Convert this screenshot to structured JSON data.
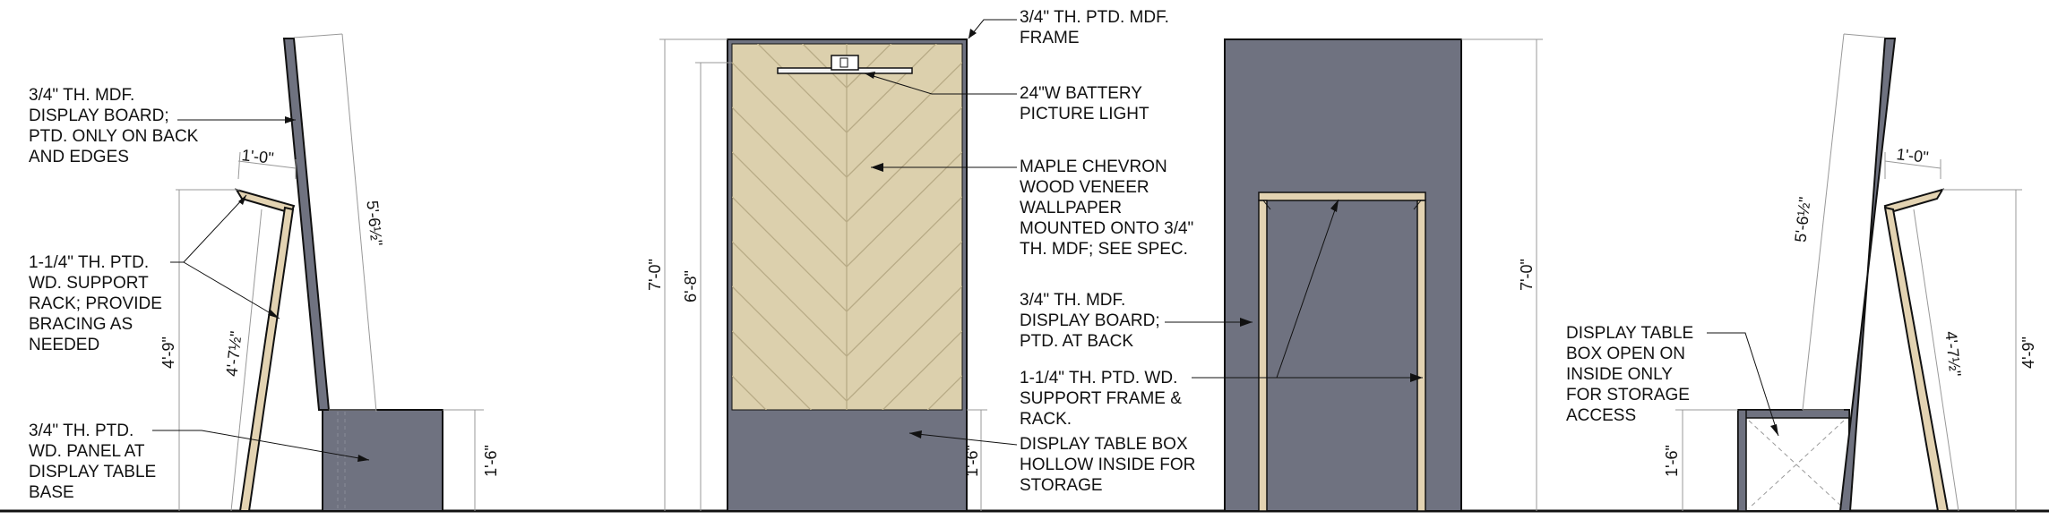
{
  "colors": {
    "display_board": "#6f7280",
    "veneer": "#dcd0ad",
    "wood_frame": "#e3d3b2",
    "ink": "#111111",
    "dim_line": "#999999"
  },
  "notes": {
    "left_board": [
      "3/4\" TH. MDF.",
      "DISPLAY BOARD;",
      "PTD. ONLY ON BACK",
      "AND EDGES"
    ],
    "left_rack": [
      "1-1/4\" TH.  PTD.",
      "WD. SUPPORT",
      "RACK; PROVIDE",
      "BRACING AS",
      "NEEDED"
    ],
    "left_panel": [
      "3/4\" TH.  PTD.",
      "WD. PANEL AT",
      "DISPLAY TABLE",
      "BASE"
    ],
    "frame": [
      "3/4\" TH. PTD. MDF.",
      "FRAME"
    ],
    "light": [
      "24\"W BATTERY",
      "PICTURE LIGHT"
    ],
    "veneer": [
      "MAPLE CHEVRON",
      "WOOD VENEER",
      "WALLPAPER",
      "MOUNTED ONTO 3/4\"",
      "TH. MDF; SEE SPEC."
    ],
    "back_board": [
      "3/4\" TH. MDF.",
      "DISPLAY BOARD;",
      "PTD. AT BACK"
    ],
    "support_frame": [
      "1-1/4\" TH.  PTD. WD.",
      "SUPPORT FRAME &",
      "RACK."
    ],
    "table_box": [
      "DISPLAY TABLE BOX",
      "HOLLOW INSIDE FOR",
      "STORAGE"
    ],
    "right_box": [
      "DISPLAY TABLE",
      "BOX OPEN ON",
      "INSIDE ONLY",
      "FOR STORAGE",
      "ACCESS"
    ]
  },
  "dims": {
    "left_depth": "1'-0\"",
    "left_board_len": "5'-6½\"",
    "left_rack_len": "4'-7½\"",
    "left_height": "4'-9\"",
    "left_base": "1'-6\"",
    "front_total": "7'-0\"",
    "front_panel": "6'-8\"",
    "front_base": "1'-6\"",
    "back_total": "7'-0\"",
    "right_depth": "1'-0\"",
    "right_board_len": "5'-6½\"",
    "right_rack_len": "4'-7½\"",
    "right_height": "4'-9\"",
    "right_base": "1'-6\""
  }
}
